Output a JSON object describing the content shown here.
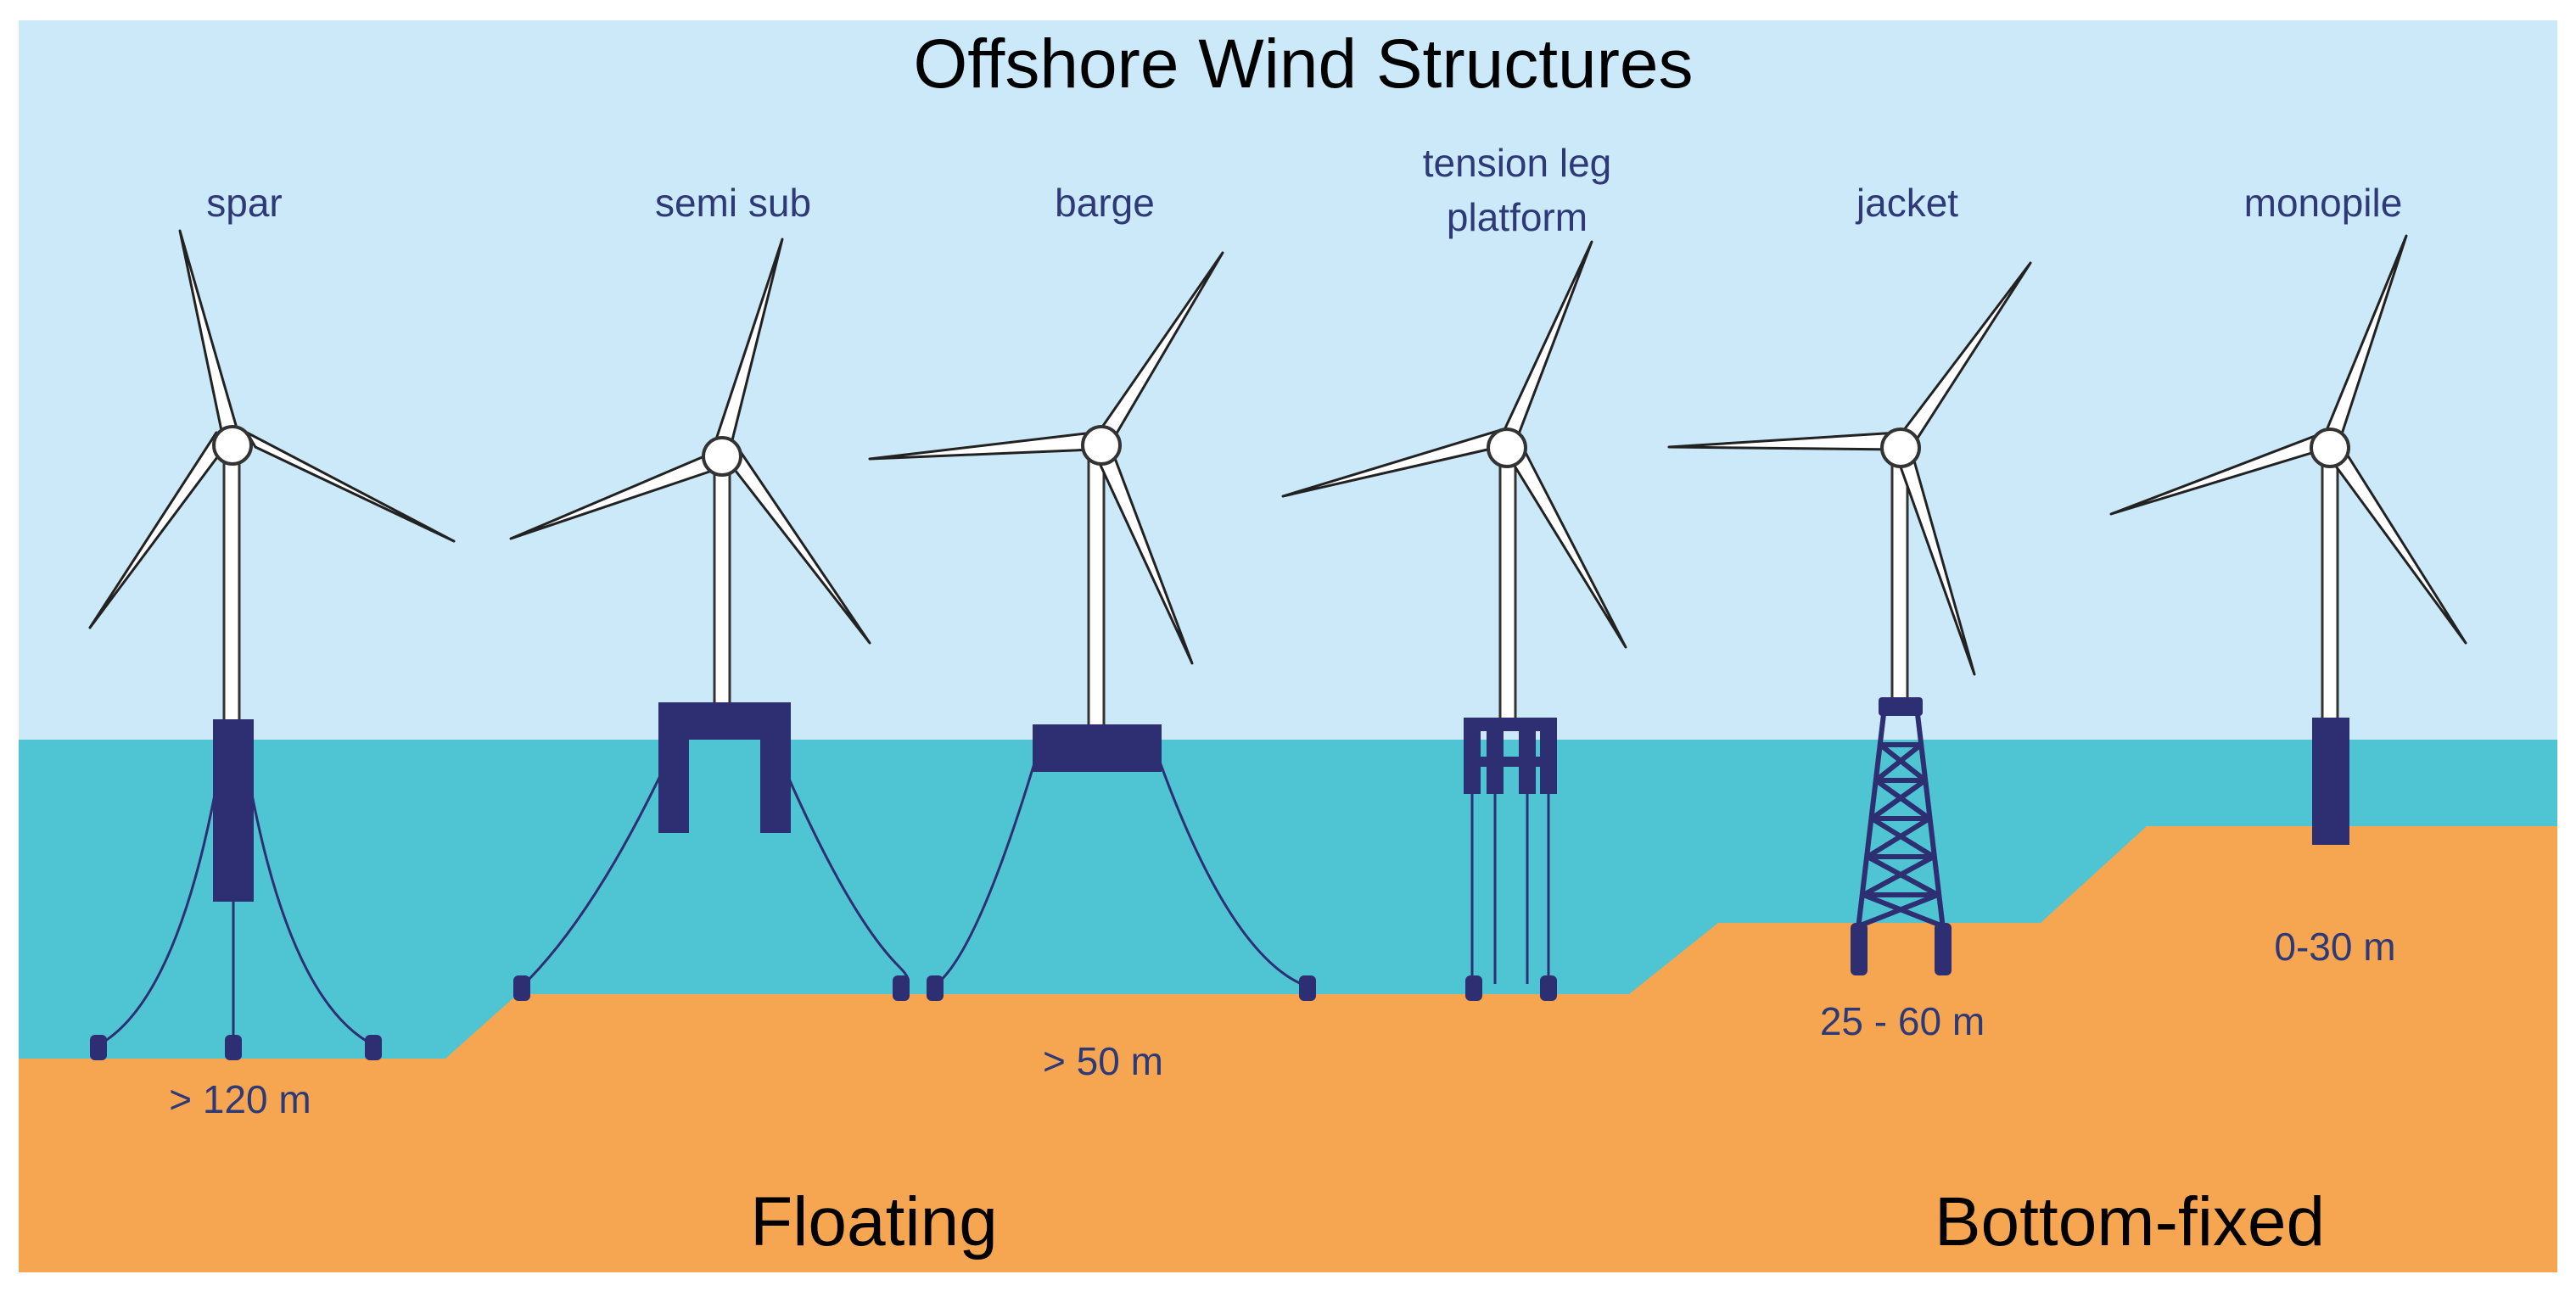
{
  "title": "Offshore Wind Structures",
  "colors": {
    "sky": "#cce9fa",
    "sea": "#4fc4d2",
    "seabed": "#f6a650",
    "structure": "#2e2f72",
    "label": "#2e3a78"
  },
  "turbines": [
    {
      "type": "spar"
    },
    {
      "type": "semi sub"
    },
    {
      "type": "barge"
    },
    {
      "type_line1": "tension leg",
      "type_line2": "platform"
    },
    {
      "type": "jacket"
    },
    {
      "type": "monopile"
    }
  ],
  "depths": {
    "spar": "> 120 m",
    "barge": "> 50 m",
    "jacket": "25 - 60 m",
    "monopile": "0-30 m"
  },
  "categories": {
    "floating": "Floating",
    "bottom_fixed": "Bottom-fixed"
  }
}
